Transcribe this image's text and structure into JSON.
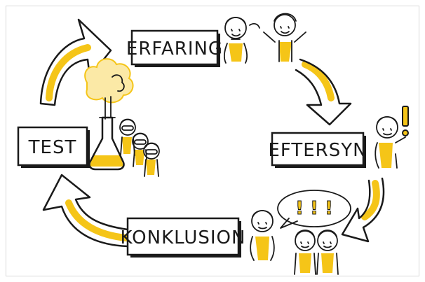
{
  "diagram": {
    "steps": [
      {
        "label": "ERFARING"
      },
      {
        "label": "EFTERSYN"
      },
      {
        "label": "KONKLUSION"
      },
      {
        "label": "TEST"
      }
    ],
    "speech_bubble": {
      "text": "! ! !"
    },
    "colors": {
      "accent": "#f5c518",
      "ink": "#1a1a1a",
      "background": "#ffffff"
    }
  }
}
